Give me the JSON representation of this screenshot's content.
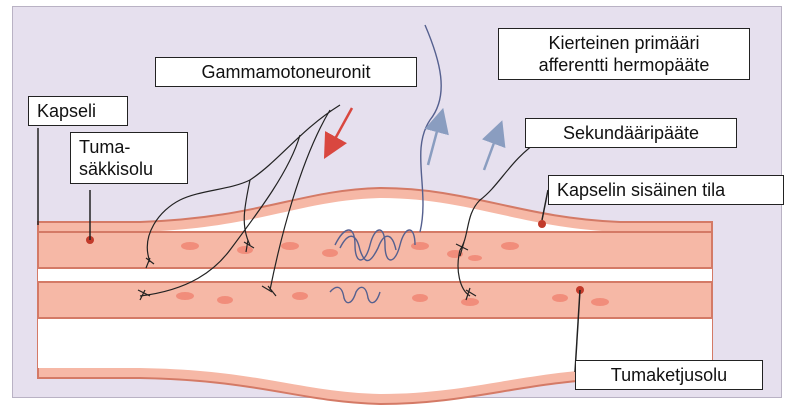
{
  "labels": {
    "gamma": "Gammamotoneuronit",
    "primary_1": "Kierteinen primääri",
    "primary_2": "afferentti hermopääte",
    "secondary": "Sekundääripääte",
    "capsule": "Kapseli",
    "nuclear_bag_1": "Tuma-",
    "nuclear_bag_2": "säkkisolu",
    "capsule_space": "Kapselin sisäinen tila",
    "nuclear_chain": "Tumaketjusolu"
  },
  "colors": {
    "background": "#e6e0ee",
    "fiber_fill": "#f6b8a6",
    "fiber_edge": "#d47a66",
    "nuclei": "#f18d7b",
    "space_fill": "#ffffff",
    "nerve": "#222222",
    "coil": "#55608f",
    "arrow_efferent": "#d9473f",
    "arrow_afferent": "#8a9dc0"
  }
}
